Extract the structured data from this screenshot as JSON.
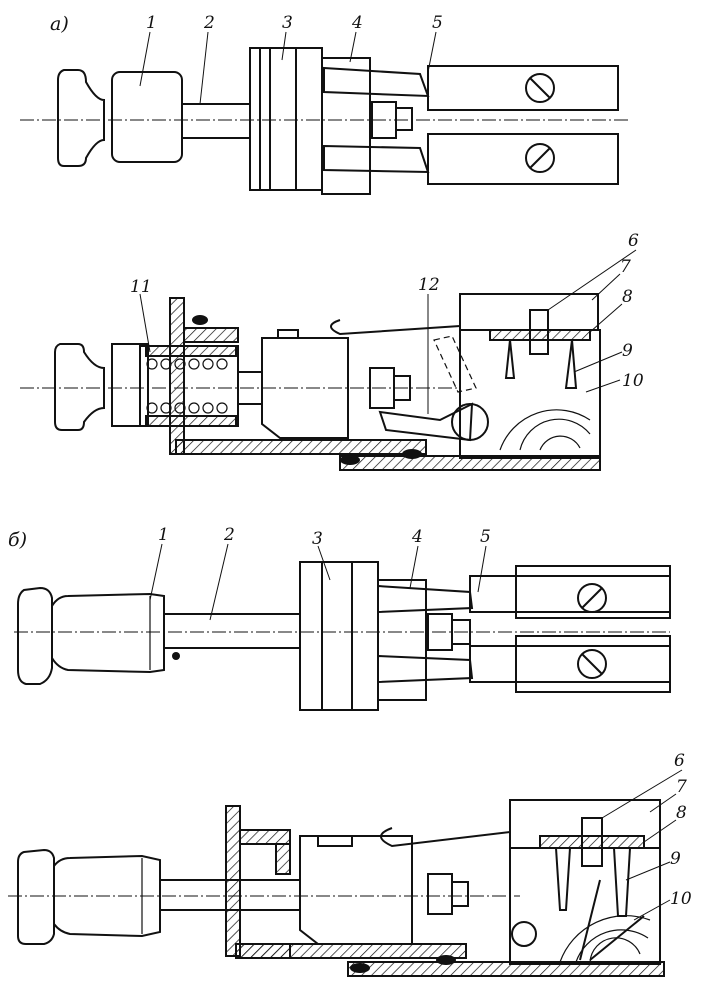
{
  "panels": {
    "a": {
      "label": "а)"
    },
    "b": {
      "label": "б)"
    }
  },
  "callouts_a_top": [
    "1",
    "2",
    "3",
    "4",
    "5"
  ],
  "callouts_a_bottom": [
    "6",
    "7",
    "8",
    "9",
    "10",
    "11",
    "12"
  ],
  "callouts_b_top": [
    "1",
    "2",
    "3",
    "4",
    "5"
  ],
  "callouts_b_bottom": [
    "6",
    "7",
    "8",
    "9",
    "10"
  ]
}
